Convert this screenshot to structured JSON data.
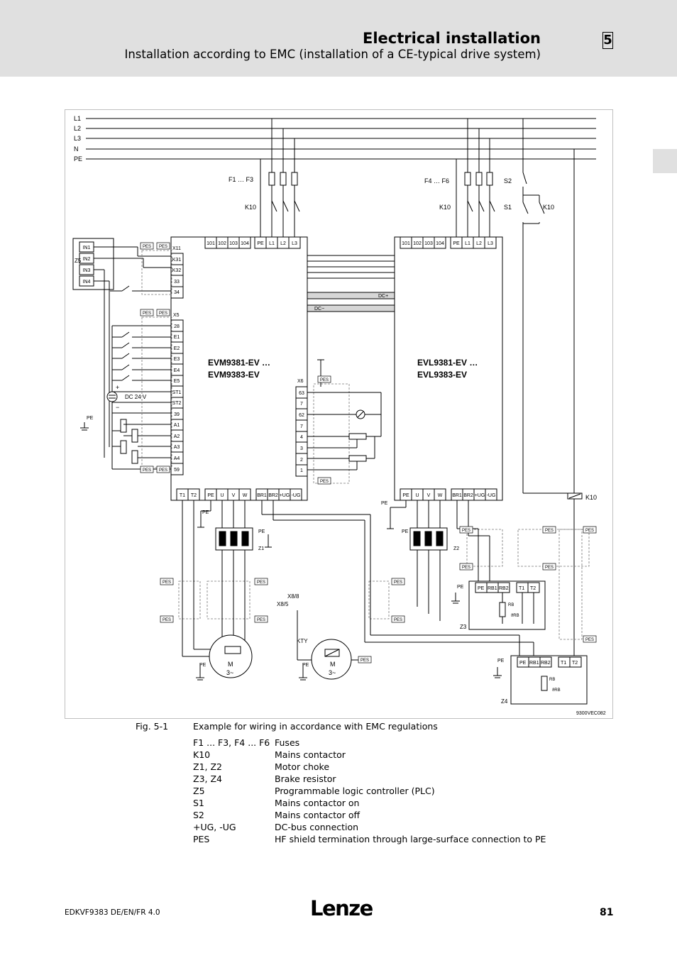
{
  "header": {
    "title": "Electrical installation",
    "subtitle": "Installation according to EMC (installation of a CE-typical drive system)",
    "chapter": "5"
  },
  "diagram": {
    "bus_lines": [
      "L1",
      "L2",
      "L3",
      "N",
      "PE"
    ],
    "fuses_left": "F1 … F3",
    "fuses_right": "F4 … F6",
    "contactor": "K10",
    "switch_off": "S2",
    "switch_on": "S1",
    "controller_left": {
      "line1": "EVM9381-EV …",
      "line2": "EVM9383-EV"
    },
    "controller_right": {
      "line1": "EVL9381-EV …",
      "line2": "EVL9383-EV"
    },
    "top_terminals": [
      "101",
      "102",
      "103",
      "104",
      "PE",
      "L1",
      "L2",
      "L3"
    ],
    "x11_label": "X11",
    "x11_terminals": [
      "K31",
      "K32",
      "33",
      "34"
    ],
    "x5_label": "X5",
    "x5_terminals": [
      "28",
      "E1",
      "E2",
      "E3",
      "E4",
      "E5",
      "ST1",
      "ST2",
      "39",
      "A1",
      "A2",
      "A3",
      "A4",
      "59"
    ],
    "x6_label": "X6",
    "x6_terminals": [
      "63",
      "7",
      "62",
      "7",
      "4",
      "3",
      "2",
      "1"
    ],
    "bottom_terminals_left": [
      "T1",
      "T2",
      "PE",
      "U",
      "V",
      "W",
      "BR1",
      "BR2",
      "+UG",
      "-UG"
    ],
    "bottom_terminals_right": [
      "PE",
      "U",
      "V",
      "W",
      "BR1",
      "BR2",
      "+UG",
      "-UG"
    ],
    "plc_label": "Z5",
    "plc_inputs": [
      "IN1",
      "IN2",
      "IN3",
      "IN4"
    ],
    "supply": "DC 24 V",
    "plus": "+",
    "minus": "−",
    "pes": "PES",
    "pe": "PE",
    "dc_plus": "DC+",
    "dc_minus": "DC−",
    "choke_left": "Z1",
    "choke_right": "Z2",
    "brake_z3": "Z3",
    "brake_z4": "Z4",
    "brake_terminals": [
      "PE",
      "RB1",
      "RB2",
      "T1",
      "T2"
    ],
    "rb": "RB",
    "theta_rb": "ϑRB",
    "motor": "M",
    "motor_phase": "3~",
    "x8_8": "X8/8",
    "x8_5": "X8/5",
    "kty": "KTY",
    "image_code": "9300VEC082"
  },
  "caption": {
    "fig_label": "Fig. 5-1",
    "fig_text": "Example for wiring in accordance with EMC regulations"
  },
  "legend": [
    {
      "term": "F1 ... F3, F4 ... F6",
      "desc": "Fuses"
    },
    {
      "term": "K10",
      "desc": "Mains contactor"
    },
    {
      "term": "Z1, Z2",
      "desc": "Motor choke"
    },
    {
      "term": "Z3, Z4",
      "desc": "Brake resistor"
    },
    {
      "term": "Z5",
      "desc": "Programmable logic controller (PLC)"
    },
    {
      "term": "S1",
      "desc": "Mains contactor on"
    },
    {
      "term": "S2",
      "desc": "Mains contactor off"
    },
    {
      "term": "+UG, -UG",
      "desc": "DC-bus connection"
    },
    {
      "term": "PES",
      "desc": "HF shield termination through large-surface connection to PE"
    }
  ],
  "footer": {
    "doc_id": "EDKVF9383  DE/EN/FR  4.0",
    "logo": "Lenze",
    "page": "81"
  }
}
